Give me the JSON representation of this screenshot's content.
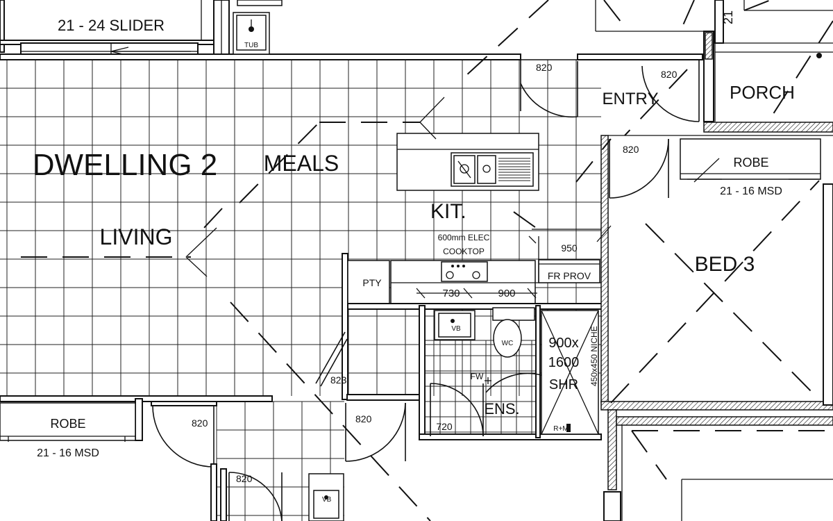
{
  "rooms": {
    "dwelling": "DWELLING 2",
    "living": "LIVING",
    "meals": "MEALS",
    "kitchen": "KIT.",
    "entry": "ENTRY",
    "porch": "PORCH",
    "bed3": "BED 3",
    "pantry": "PTY",
    "ensuite": "ENS.",
    "robe_left": "ROBE",
    "robe_bed3": "ROBE"
  },
  "labels": {
    "slider": "21 - 24 SLIDER",
    "tub": "TUB",
    "robe_left_size": "21 - 16 MSD",
    "robe_bed3_size": "21 - 16 MSD",
    "cooktop_line1": "600mm ELEC",
    "cooktop_line2": "COOKTOP",
    "fridge": "FR PROV",
    "vanity": "VB",
    "vanity_lower": "VB",
    "toilet": "WC",
    "floor_waste": "FW",
    "shower_line1": "900x",
    "shower_line2": "1600",
    "shower_line3": "SHR",
    "niche": "450x450 NICHE",
    "rail": "R+M"
  },
  "dimensions": {
    "entry_door_1": "820",
    "entry_door_2": "820",
    "bed3_door": "820",
    "kitchen_950": "950",
    "bench_730": "730",
    "bench_900": "900",
    "hall_door_823": "823",
    "robe_door": "820",
    "hall_door_2": "820",
    "bath_door": "820",
    "ens_door": "720"
  }
}
